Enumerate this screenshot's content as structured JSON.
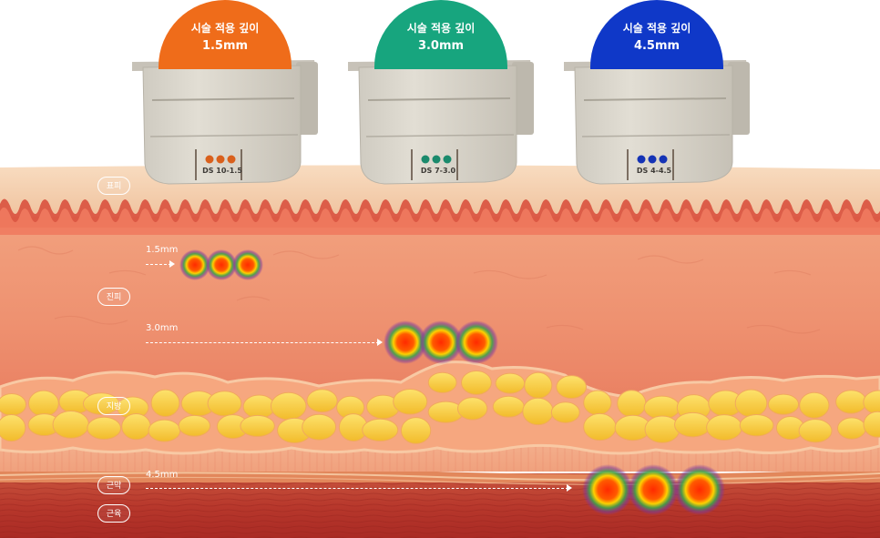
{
  "cartridges": [
    {
      "depth_heading": "시술 적용 깊이",
      "depth_value": "1.5mm",
      "color": "#ef6c1a",
      "dot_color": "#d9601c",
      "model": "DS 10-1.5"
    },
    {
      "depth_heading": "시술 적용 깊이",
      "depth_value": "3.0mm",
      "color": "#17a57e",
      "dot_color": "#1b8a6c",
      "model": "DS 7-3.0"
    },
    {
      "depth_heading": "시술 적용 깊이",
      "depth_value": "4.5mm",
      "color": "#0f38c8",
      "dot_color": "#1533b5",
      "model": "DS 4-4.5"
    }
  ],
  "skin_layers": [
    "표피",
    "진피",
    "지방",
    "근막",
    "근육"
  ],
  "depth_markers": [
    "1.5mm",
    "3.0mm",
    "4.5mm"
  ]
}
